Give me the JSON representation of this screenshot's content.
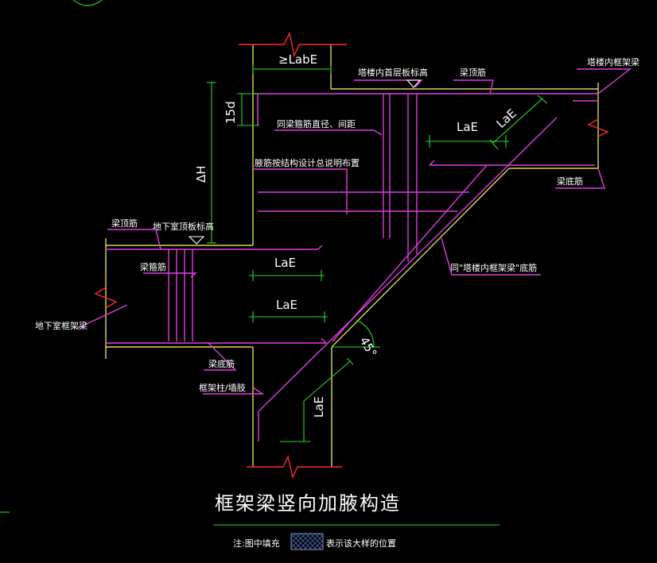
{
  "title": "框架梁竖向加腋构造",
  "labels": {
    "labE_top": "≥LabE",
    "tower_first_floor": "塔楼内首层板标高",
    "beam_top_bar_right": "梁顶筋",
    "tower_frame_beam": "塔楼内框架梁",
    "fifteen_d": "15d",
    "same_as_stirrup": "同梁箍筋直径、间距",
    "haunch_bars": "腋筋按结构设计总说明布置",
    "delta_h": "ΔH",
    "beam_bottom_bar_right": "梁底筋",
    "same_as_tower_beam": "同\"塔楼内框架梁\"底筋",
    "beam_top_bar_left": "梁顶筋",
    "basement_roof_level": "地下室顶板标高",
    "stirrup": "梁箍筋",
    "basement_frame_beam": "地下室框架梁",
    "beam_bottom_bar_left": "梁底筋",
    "column_wall": "框架柱/墙肢",
    "lae_upper_right": "LaE",
    "lae_diag": "LaE",
    "lae_mid1": "LaE",
    "lae_mid2": "LaE",
    "lae_vertical": "LaE",
    "angle": "45°"
  },
  "note": {
    "prefix": "注:图中填充",
    "suffix": "表示该大样的位置"
  }
}
